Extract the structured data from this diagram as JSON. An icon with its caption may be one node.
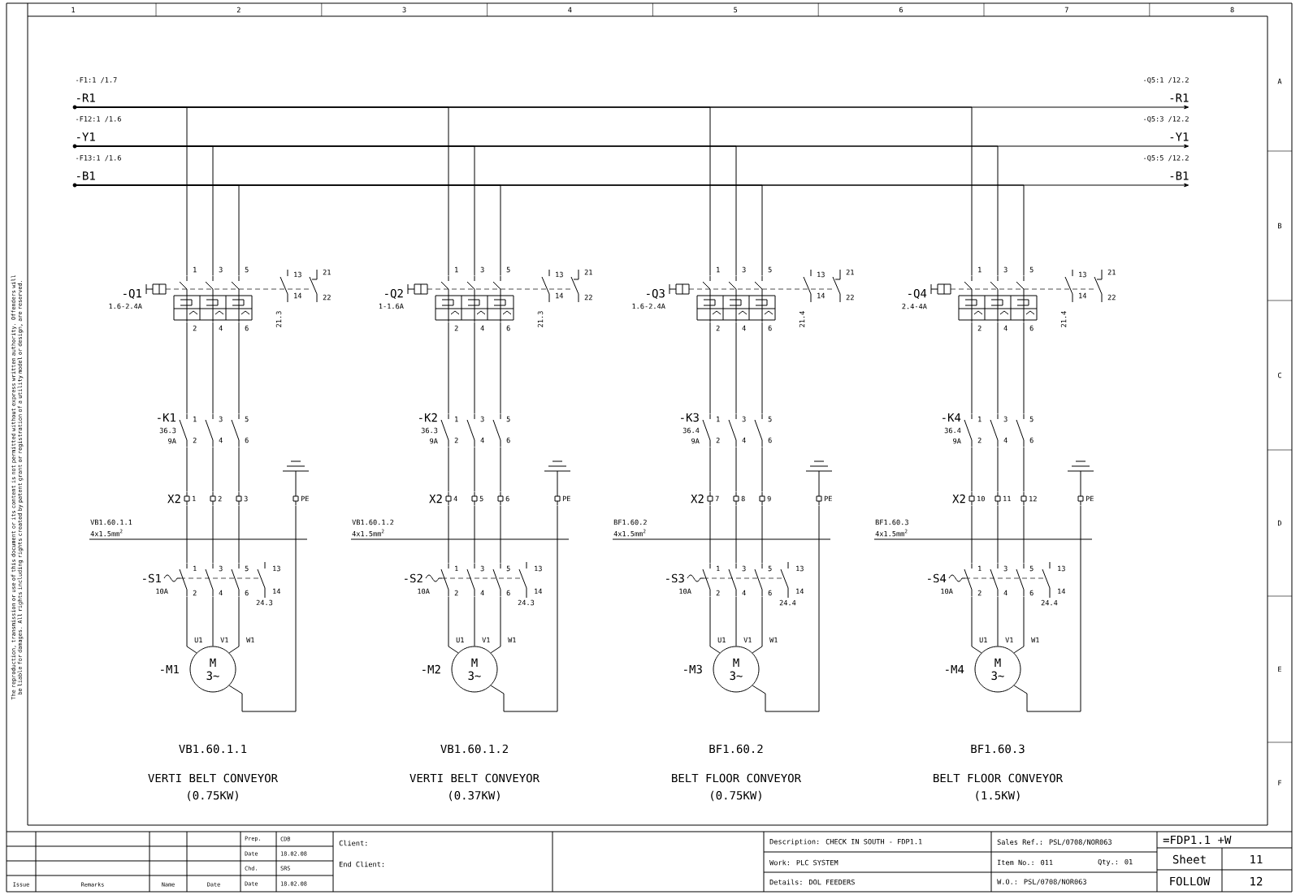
{
  "diagram": {
    "nodes": [
      {
        "text": [
          "-F1:1 /1.7",
          "-R1"
        ]
      },
      {
        "text": [
          "-F12:1 /1.6",
          "-Y1"
        ]
      },
      {
        "text": [
          "-F13:1 /1.6",
          "-B1"
        ]
      },
      {
        "text": [
          "-Q5:1 /12.2",
          "-R1"
        ]
      },
      {
        "text": [
          "-Q5:3 /12.2",
          "-Y1"
        ]
      },
      {
        "text": [
          "-Q5:5 /12.2",
          "-B1"
        ]
      },
      {
        "text": [
          "-Q1",
          "1.6-2.4A"
        ]
      },
      {
        "text": [
          "-K1",
          "36.3",
          "9A"
        ]
      },
      {
        "text": [
          "X2",
          "1",
          "2",
          "3",
          "PE"
        ]
      },
      {
        "text": [
          "-S1",
          "10A"
        ]
      },
      {
        "text": [
          "-M1",
          "M 3~"
        ]
      },
      {
        "text": [
          "-Q2",
          "1-1.6A"
        ]
      },
      {
        "text": [
          "-K2",
          "36.3",
          "9A"
        ]
      },
      {
        "text": [
          "X2",
          "4",
          "5",
          "6",
          "PE"
        ]
      },
      {
        "text": [
          "-S2",
          "10A"
        ]
      },
      {
        "text": [
          "-M2",
          "M 3~"
        ]
      },
      {
        "text": [
          "-Q3",
          "1.6-2.4A"
        ]
      },
      {
        "text": [
          "-K3",
          "36.4",
          "9A"
        ]
      },
      {
        "text": [
          "X2",
          "7",
          "8",
          "9",
          "PE"
        ]
      },
      {
        "text": [
          "-S3",
          "10A"
        ]
      },
      {
        "text": [
          "-M3",
          "M 3~"
        ]
      },
      {
        "text": [
          "-Q4",
          "2.4-4A"
        ]
      },
      {
        "text": [
          "-K4",
          "36.4",
          "9A"
        ]
      },
      {
        "text": [
          "X2",
          "10",
          "11",
          "12",
          "PE"
        ]
      },
      {
        "text": [
          "-S4",
          "10A"
        ]
      },
      {
        "text": [
          "-M4",
          "M 3~"
        ]
      }
    ],
    "edges": [
      {
        "from": 0,
        "to": 3,
        "arrow": "to"
      },
      {
        "from": 1,
        "to": 4,
        "arrow": "to"
      },
      {
        "from": 2,
        "to": 5,
        "arrow": "to"
      },
      {
        "from": 0,
        "to": 6,
        "arrow": "none"
      },
      {
        "from": 1,
        "to": 6,
        "arrow": "none"
      },
      {
        "from": 2,
        "to": 6,
        "arrow": "none"
      },
      {
        "from": 0,
        "to": 11,
        "arrow": "none"
      },
      {
        "from": 1,
        "to": 11,
        "arrow": "none"
      },
      {
        "from": 2,
        "to": 11,
        "arrow": "none"
      },
      {
        "from": 0,
        "to": 16,
        "arrow": "none"
      },
      {
        "from": 1,
        "to": 16,
        "arrow": "none"
      },
      {
        "from": 2,
        "to": 16,
        "arrow": "none"
      },
      {
        "from": 0,
        "to": 21,
        "arrow": "none"
      },
      {
        "from": 1,
        "to": 21,
        "arrow": "none"
      },
      {
        "from": 2,
        "to": 21,
        "arrow": "none"
      },
      {
        "from": 6,
        "to": 7,
        "arrow": "none"
      },
      {
        "from": 7,
        "to": 8,
        "arrow": "none"
      },
      {
        "from": 8,
        "to": 9,
        "arrow": "none"
      },
      {
        "from": 9,
        "to": 10,
        "arrow": "none"
      },
      {
        "from": 9,
        "to": 10,
        "arrow": "none"
      },
      {
        "from": 9,
        "to": 10,
        "arrow": "none"
      },
      {
        "from": 8,
        "to": 10,
        "arrow": "none"
      },
      {
        "from": 11,
        "to": 12,
        "arrow": "none"
      },
      {
        "from": 12,
        "to": 13,
        "arrow": "none"
      },
      {
        "from": 13,
        "to": 14,
        "arrow": "none"
      },
      {
        "from": 14,
        "to": 15,
        "arrow": "none"
      },
      {
        "from": 14,
        "to": 15,
        "arrow": "none"
      },
      {
        "from": 14,
        "to": 15,
        "arrow": "none"
      },
      {
        "from": 13,
        "to": 15,
        "arrow": "none"
      },
      {
        "from": 16,
        "to": 17,
        "arrow": "none"
      },
      {
        "from": 17,
        "to": 18,
        "arrow": "none"
      },
      {
        "from": 18,
        "to": 19,
        "arrow": "none"
      },
      {
        "from": 19,
        "to": 20,
        "arrow": "none"
      },
      {
        "from": 19,
        "to": 20,
        "arrow": "none"
      },
      {
        "from": 19,
        "to": 20,
        "arrow": "none"
      },
      {
        "from": 18,
        "to": 20,
        "arrow": "none"
      },
      {
        "from": 21,
        "to": 22,
        "arrow": "none"
      },
      {
        "from": 22,
        "to": 23,
        "arrow": "none"
      },
      {
        "from": 23,
        "to": 24,
        "arrow": "none"
      },
      {
        "from": 24,
        "to": 25,
        "arrow": "none"
      },
      {
        "from": 24,
        "to": 25,
        "arrow": "none"
      },
      {
        "from": 24,
        "to": 25,
        "arrow": "none"
      },
      {
        "from": 23,
        "to": 25,
        "arrow": "none"
      }
    ],
    "labels": [
      "1",
      "2",
      "3",
      "4",
      "5",
      "6",
      "7",
      "8",
      "The reproduction, transmission or use of this document or its content is not permitted without express written authority. Offenders will be liable for damages. All rights including rights created by patent grant or registration of a utility model or design, are reserved.",
      "1",
      "3",
      "5",
      "13",
      "21",
      "14",
      "22",
      "2",
      "4",
      "6",
      "21.3",
      "1",
      "3",
      "5",
      "2",
      "4",
      "6",
      "VB1.60.1.1",
      "4x1.5mm$^{2}$",
      "1",
      "3",
      "5",
      "13",
      "2",
      "4",
      "6",
      "14",
      "24.3",
      "U1",
      "V1",
      "W1",
      "VB1.60.1.1",
      "VERTI BELT CONVEYOR",
      "(0.75KW)",
      "1",
      "3",
      "5",
      "13",
      "21",
      "14",
      "22",
      "2",
      "4",
      "6",
      "21.3",
      "1",
      "3",
      "5",
      "2",
      "4",
      "6",
      "VB1.60.1.2",
      "4x1.5mm$^{2}$",
      "1",
      "3",
      "5",
      "13",
      "2",
      "4",
      "6",
      "14",
      "24.3",
      "U1",
      "V1",
      "W1",
      "VB1.60.1.2",
      "VERTI BELT CONVEYOR",
      "(0.37KW)",
      "1",
      "3",
      "5",
      "13",
      "21",
      "14",
      "22",
      "2",
      "4",
      "6",
      "21.4",
      "1",
      "3",
      "5",
      "2",
      "4",
      "6",
      "BF1.60.2",
      "4x1.5mm$^{2}$",
      "1",
      "3",
      "5",
      "13",
      "2",
      "4",
      "6",
      "14",
      "24.4",
      "U1",
      "V1",
      "W1",
      "BF1.60.2",
      "BELT FLOOR CONVEYOR",
      "(0.75KW)",
      "1",
      "3",
      "5",
      "13",
      "21",
      "14",
      "22",
      "2",
      "4",
      "6",
      "21.4",
      "1",
      "3",
      "5",
      "2",
      "4",
      "6",
      "BF1.60.3",
      "4x1.5mm$^{2}$",
      "1",
      "3",
      "5",
      "13",
      "2",
      "4",
      "6",
      "14",
      "24.4",
      "U1",
      "V1",
      "W1",
      "BF1.60.3",
      "BELT FLOOR CONVEYOR",
      "(1.5KW)",
      "A",
      "B",
      "C",
      "D",
      "E",
      "F",
      "Issue",
      "Remarks",
      "Name",
      "Date",
      "Prep.",
      "CDB",
      "Date",
      "18.02.08",
      "Chd.",
      "SRS",
      "Date",
      "18.02.08",
      "Client:",
      "End Client:",
      "Description: CHECK IN SOUTH - FDP1.1",
      "Work: PLC SYSTEM",
      "Details: DOL FEEDERS",
      "Sales Ref.: PSL/0708/NOR063",
      "Item No.: 011",
      "Qty.: 01",
      "W.O.: PSL/0708/NOR063",
      "=FDP1.1 +W",
      "Sheet",
      "11",
      "FOLLOW",
      "12"
    ]
  }
}
